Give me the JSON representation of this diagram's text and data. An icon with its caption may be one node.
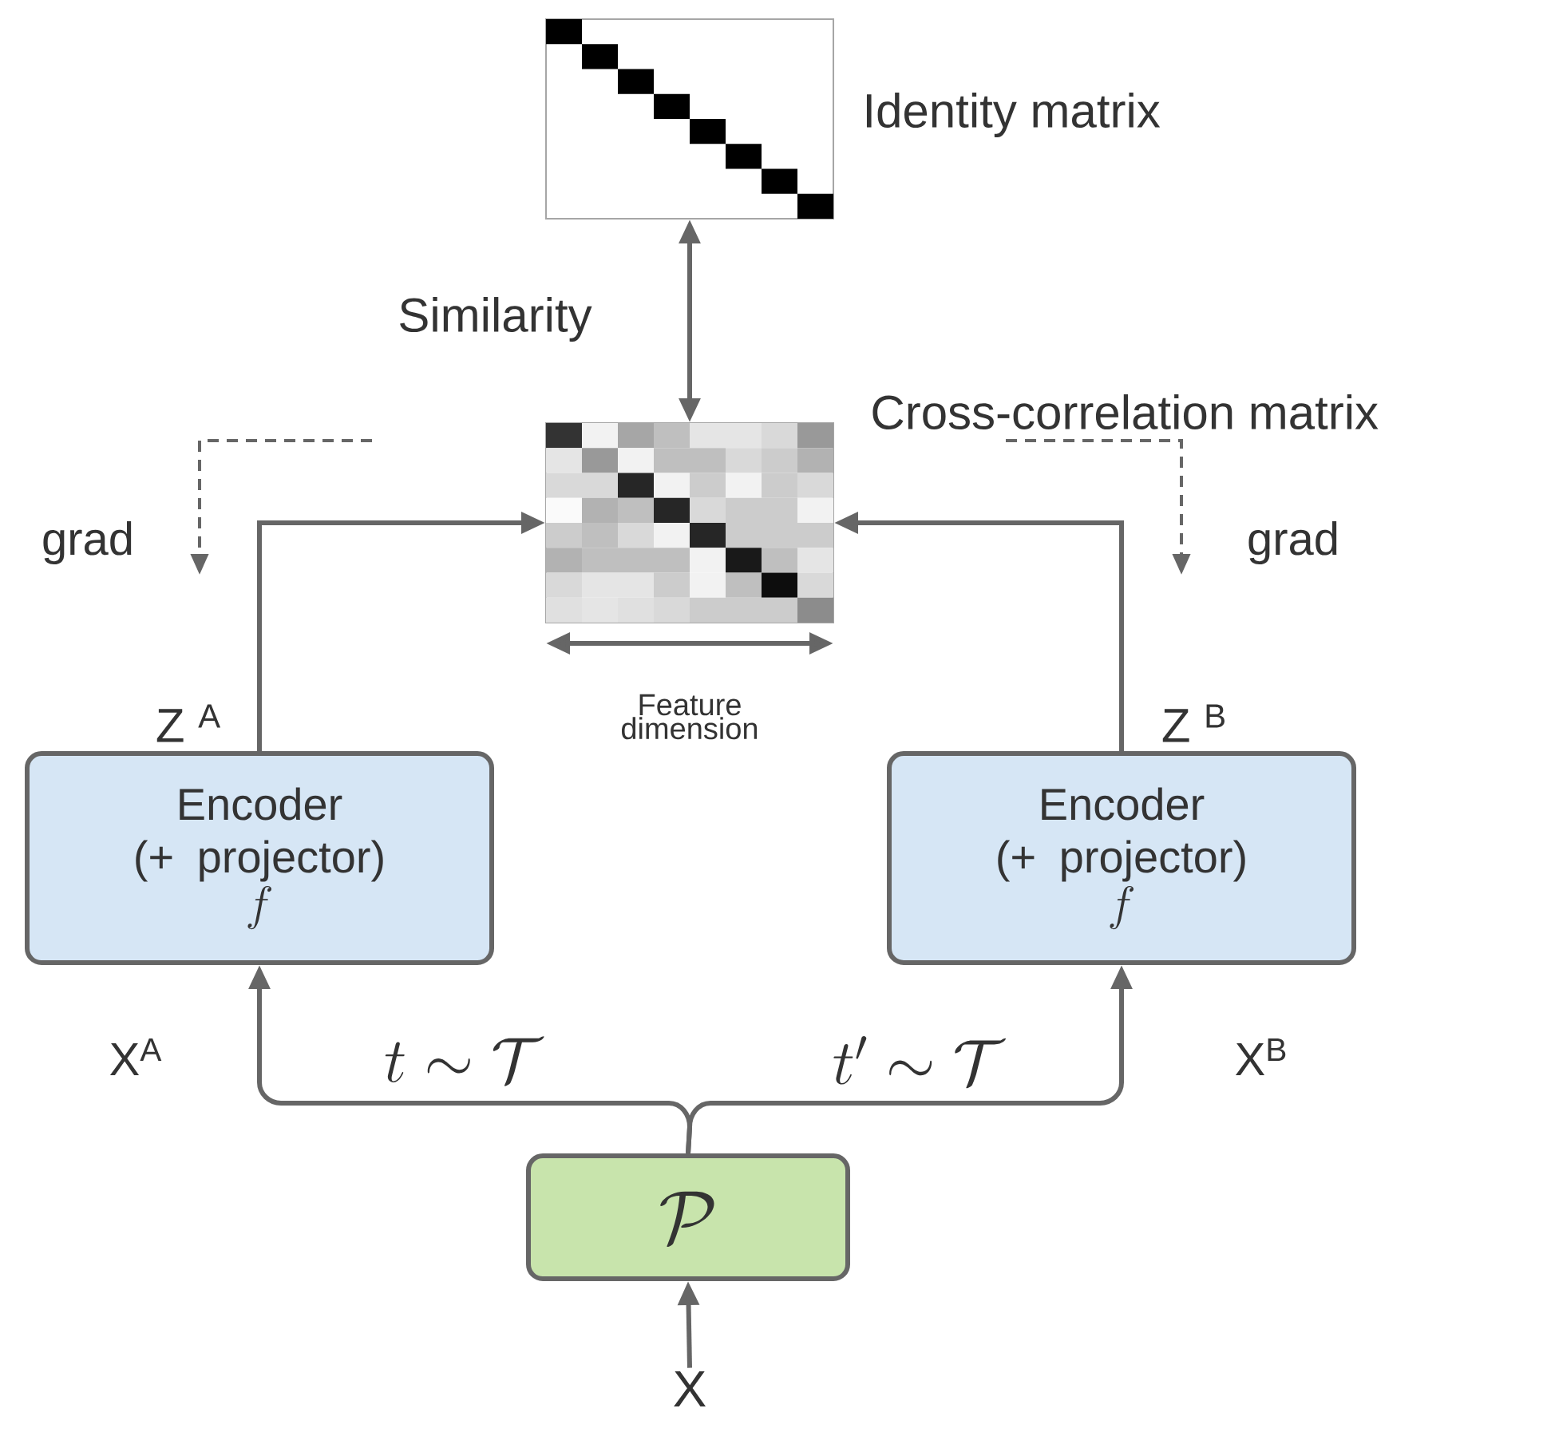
{
  "diagram": {
    "nodes": [
      {
        "text": [],
        "shape": "picture",
        "beside": [
          "Identity matrix"
        ]
      },
      {
        "text": [],
        "shape": "picture",
        "beside": [
          "Cross-correlation matrix"
        ]
      },
      {
        "text": [
          "Encoder (+ projector)",
          "f"
        ]
      },
      {
        "text": [
          "Encoder (+ projector)",
          "f"
        ]
      },
      {
        "text": [
          "\\mathcal{P}"
        ]
      },
      {
        "text": [
          "X"
        ]
      }
    ],
    "edges": [
      {
        "from": 1,
        "to": 0,
        "arrow": "both",
        "label": "Similarity"
      },
      {
        "from": 2,
        "to": 1,
        "arrow": "to",
        "label": "Z $^{A}$"
      },
      {
        "from": 3,
        "to": 1,
        "arrow": "to",
        "label": "Z $^{B}$"
      },
      {
        "from": 4,
        "to": 2,
        "arrow": "to",
        "label": "t \\sim \\mathcal{T}"
      },
      {
        "from": 4,
        "to": 3,
        "arrow": "to",
        "label": "t' \\sim \\mathcal{T}"
      },
      {
        "from": 5,
        "to": 4,
        "arrow": "to"
      }
    ],
    "labels": [
      "grad",
      "grad",
      "Feature dimension",
      "X$^{A}$",
      "X$^{B}$"
    ]
  }
}
